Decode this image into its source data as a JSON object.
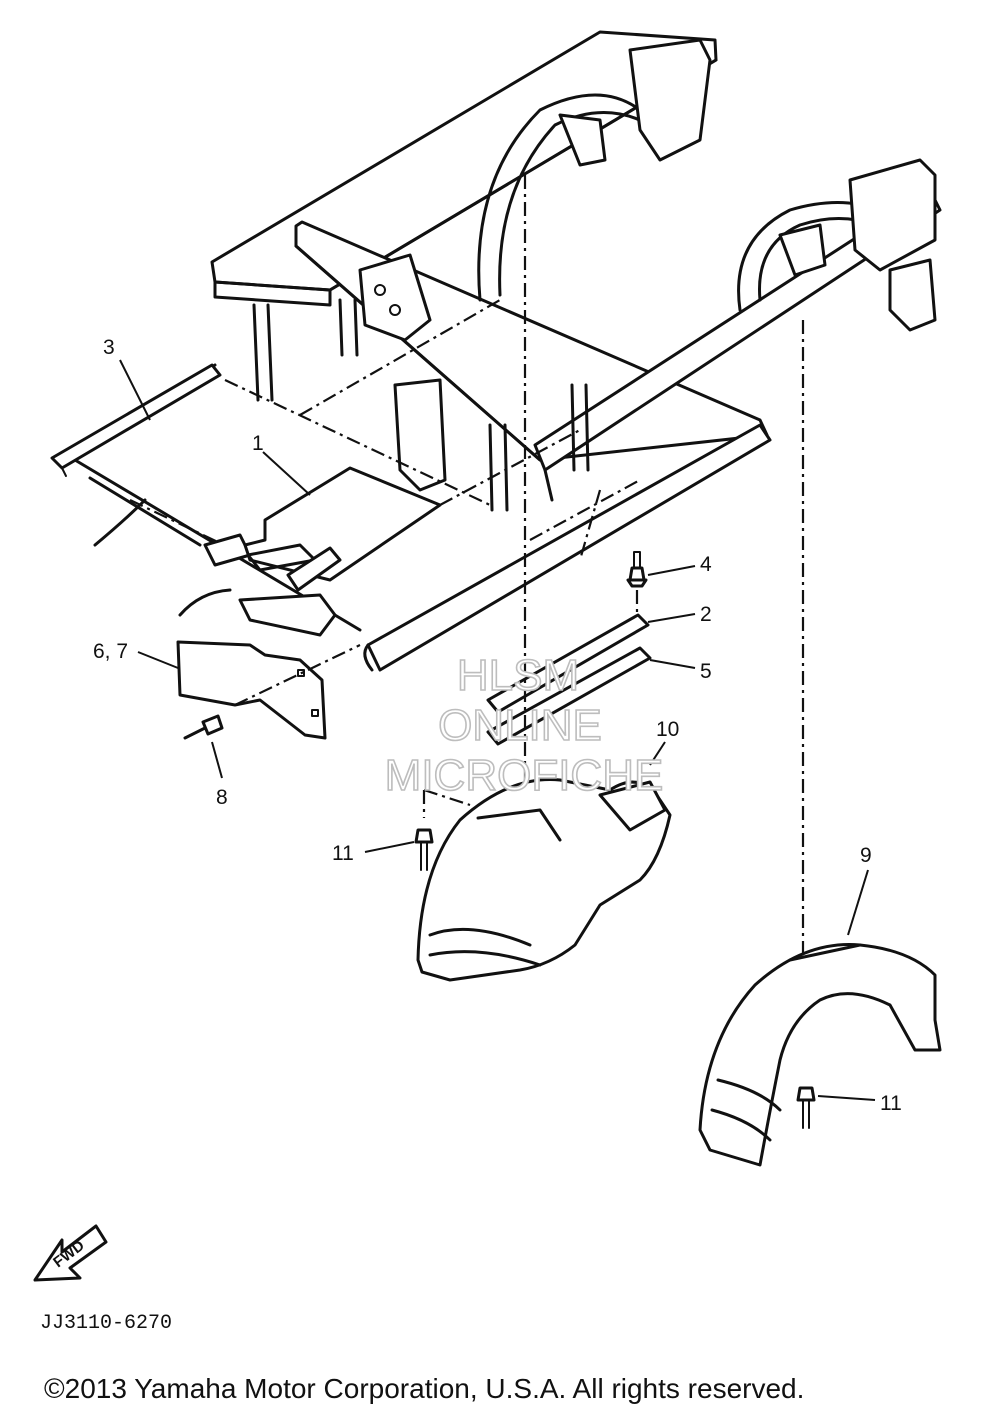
{
  "callouts": {
    "c1": "1",
    "c2": "2",
    "c3": "3",
    "c4": "4",
    "c5": "5",
    "c67": "6, 7",
    "c8": "8",
    "c9": "9",
    "c10": "10",
    "c11a": "11",
    "c11b": "11"
  },
  "watermark": {
    "line1": "HLSM",
    "line2": "ONLINE",
    "line3": "MICROFICHE"
  },
  "direction_label": "FWD",
  "diagram_code": "JJ3110-6270",
  "copyright": "©2013 Yamaha Motor Corporation, U.S.A. All rights reserved."
}
